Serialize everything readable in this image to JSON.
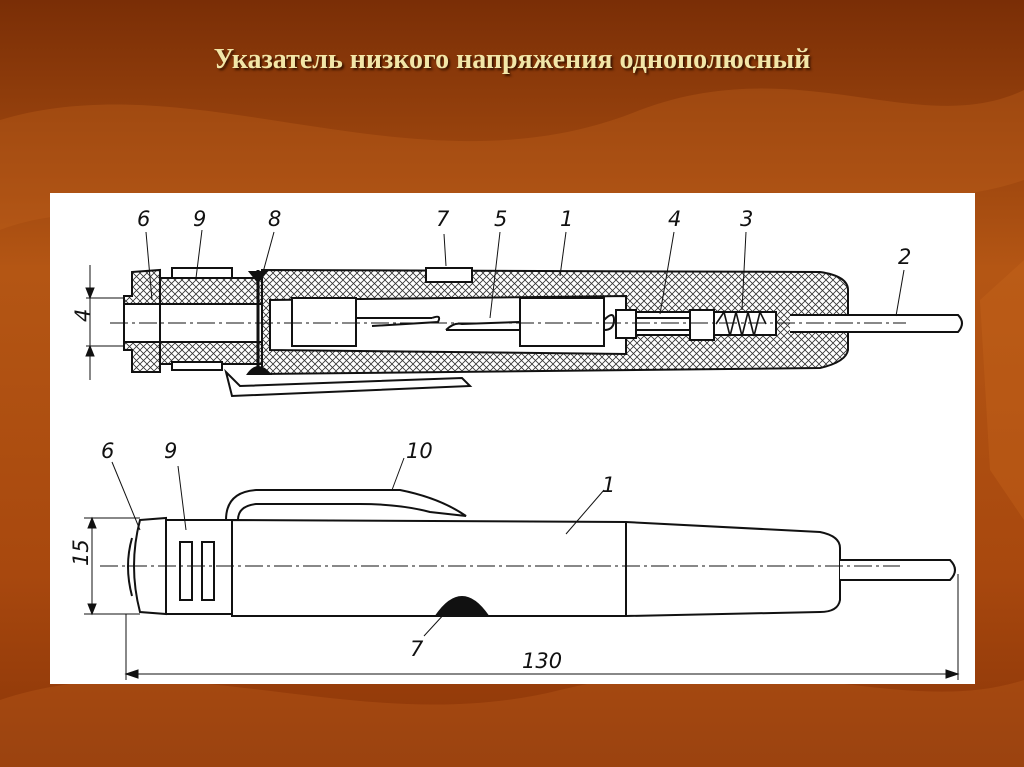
{
  "slide": {
    "title": "Указатель низкого напряжения однополюсный"
  },
  "colors": {
    "background": "#a84a10",
    "title": "#f2e6a8",
    "panel": "#ffffff",
    "ink": "#111111"
  },
  "diagram": {
    "section_view": {
      "callouts": [
        "6",
        "9",
        "8",
        "7",
        "5",
        "1",
        "4",
        "3",
        "2"
      ],
      "dimension": "4"
    },
    "side_view": {
      "callouts": [
        "6",
        "9",
        "10",
        "1",
        "7"
      ],
      "dimension_height": "15",
      "dimension_length": "130"
    }
  }
}
